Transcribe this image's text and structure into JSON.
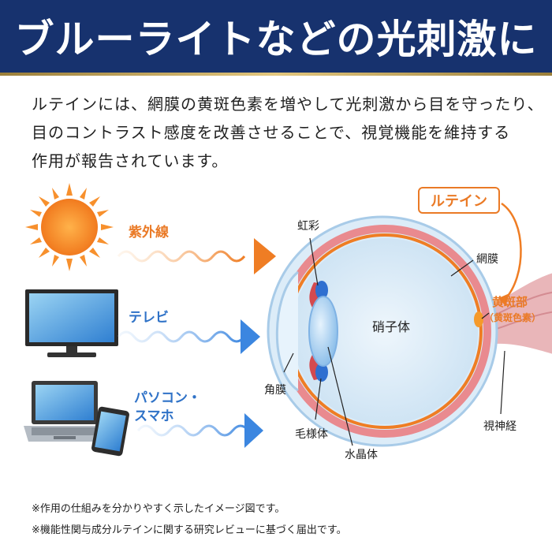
{
  "header": {
    "title": "ブルーライトなどの光刺激に"
  },
  "intro": {
    "lines": [
      "ルテインには、網膜の黄斑色素を増やして光刺激から目を守ったり、",
      "目のコントラスト感度を改善させることで、視覚機能を維持する",
      "作用が報告されています。"
    ]
  },
  "sources": {
    "uv": "紫外線",
    "tv": "テレビ",
    "pc_line1": "パソコン・",
    "pc_line2": "スマホ"
  },
  "eye": {
    "lutein": "ルテイン",
    "iris": "虹彩",
    "retina": "網膜",
    "vitreous": "硝子体",
    "macula": "黄斑部",
    "macular_pigment": "（黄斑色素）",
    "cornea": "角膜",
    "ciliary_body": "毛様体",
    "lens": "水晶体",
    "optic_nerve": "視神経"
  },
  "notes": [
    "※作用の仕組みを分かりやすく示したイメージ図です。",
    "※機能性関与成分ルテインに関する研究レビューに基づく届出です。"
  ],
  "colors": {
    "banner": "#17326e",
    "accent_orange": "#ea7a26",
    "light_blue": "#3b86e0"
  }
}
